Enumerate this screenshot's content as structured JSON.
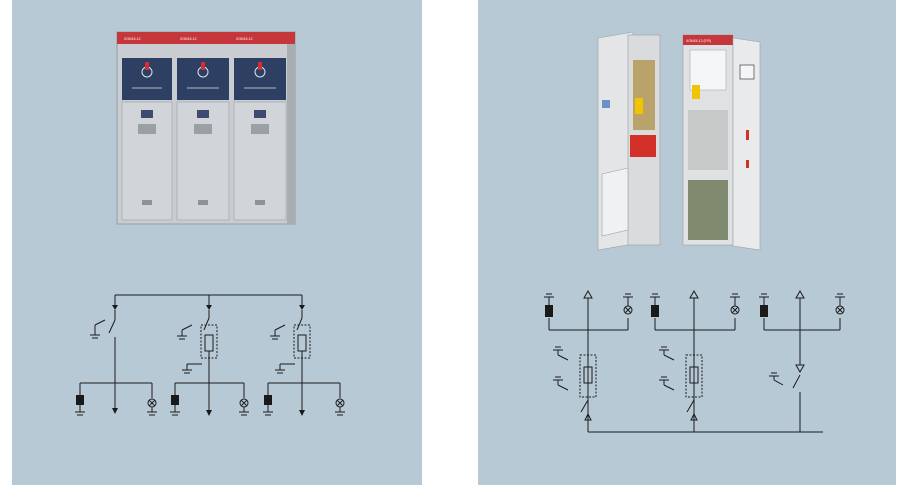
{
  "colors": {
    "panel_bg": "#b8c9d6",
    "cabinet_body": "#c9cdd1",
    "cabinet_top": "#c6373c",
    "control_panel": "#2d3f63",
    "line": "#1a1a1a"
  },
  "left_panel": {
    "cabinet_labels": [
      "XGN15-12",
      "XGN15-12",
      "XGN15-12"
    ]
  },
  "right_panel": {
    "cabinet_label": "XGN15-12 (F.R)"
  }
}
